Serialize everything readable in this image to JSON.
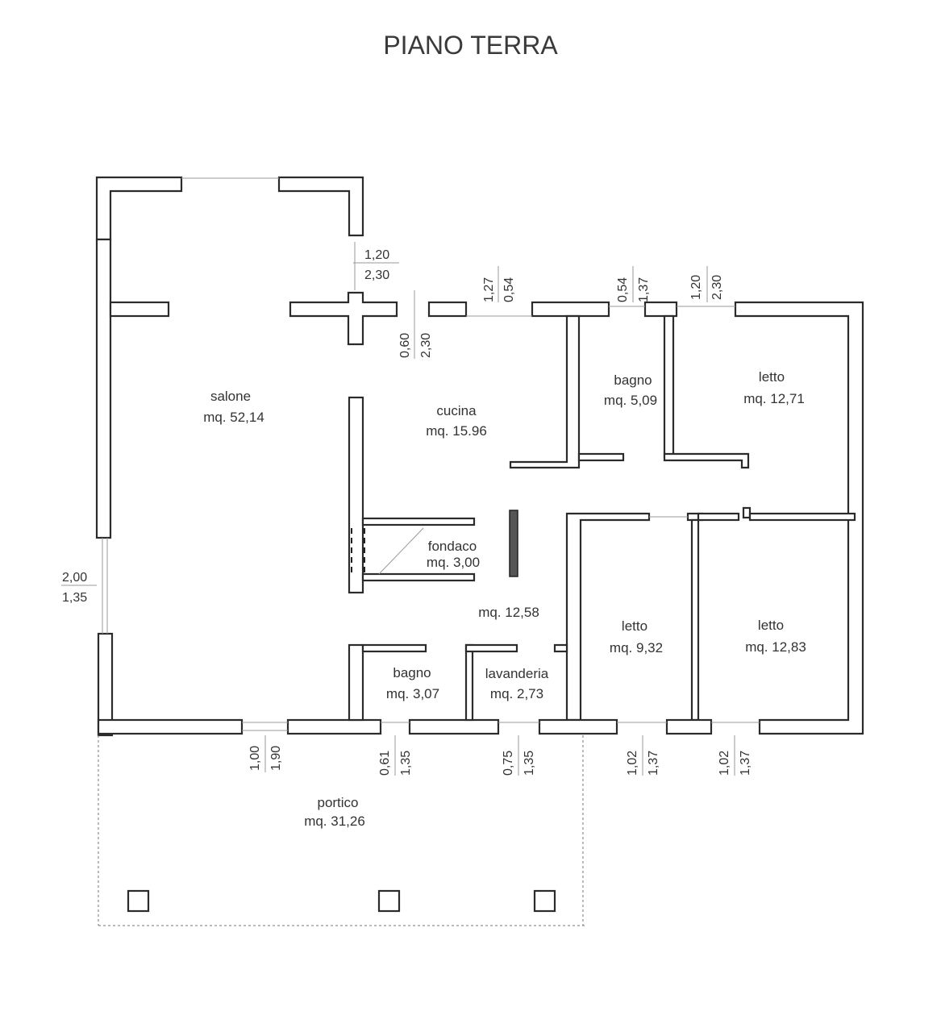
{
  "title": "PIANO TERRA",
  "rooms": [
    {
      "name": "salone",
      "area": "mq. 52,14"
    },
    {
      "name": "cucina",
      "area": "mq. 15.96"
    },
    {
      "name": "bagno",
      "area": "mq. 5,09"
    },
    {
      "name": "letto",
      "area": "mq. 12,71"
    },
    {
      "name": "fondaco",
      "area": "mq. 3,00"
    },
    {
      "name": "",
      "area": "mq. 12,58"
    },
    {
      "name": "letto",
      "area": "mq. 9,32"
    },
    {
      "name": "letto",
      "area": "mq. 12,83"
    },
    {
      "name": "bagno",
      "area": "mq. 3,07"
    },
    {
      "name": "lavanderia",
      "area": "mq. 2,73"
    },
    {
      "name": "portico",
      "area": "mq. 31,26"
    }
  ],
  "dimensions": {
    "salone_pillar": [
      "1,20",
      "2,30"
    ],
    "cucina_window_v": [
      "0,60",
      "2,30"
    ],
    "cucina_window": [
      "1,27",
      "0,54"
    ],
    "bagno_window": [
      "0,54",
      "1,37"
    ],
    "letto_window": [
      "1,20",
      "2,30"
    ],
    "salone_side": [
      "2,00",
      "1,35"
    ],
    "door_salone": [
      "1,00",
      "1,90"
    ],
    "door_bagno": [
      "0,61",
      "1,35"
    ],
    "door_lavanderia": [
      "0,75",
      "1,35"
    ],
    "door_letto1": [
      "1,02",
      "1,37"
    ],
    "door_letto2": [
      "1,02",
      "1,37"
    ]
  }
}
